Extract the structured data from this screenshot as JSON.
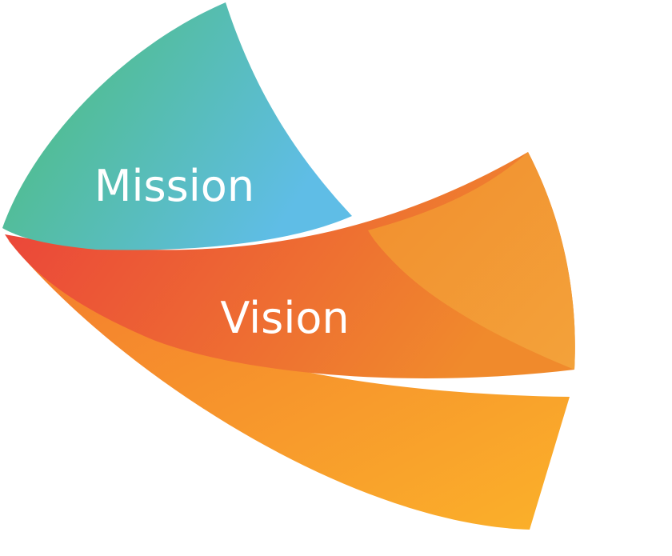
{
  "diagram": {
    "petals": [
      {
        "id": "mission",
        "label": "Mission",
        "gradient": [
          "#4cbd74",
          "#5fbde6"
        ]
      },
      {
        "id": "vision",
        "label": "Vision",
        "gradient": [
          "#ea3f3b",
          "#f08a2c"
        ]
      },
      {
        "id": "third",
        "label": "",
        "gradient": [
          "#f37a2e",
          "#fbb12a"
        ]
      }
    ],
    "colors": {
      "mission_start": "#4cbd74",
      "mission_end": "#5fbde6",
      "vision_start": "#ea3f3b",
      "vision_end": "#f08a2c",
      "vision_fold": "#f3a23a",
      "third_start": "#f37a2e",
      "third_end": "#fbb12a",
      "background": "#ffffff"
    }
  }
}
